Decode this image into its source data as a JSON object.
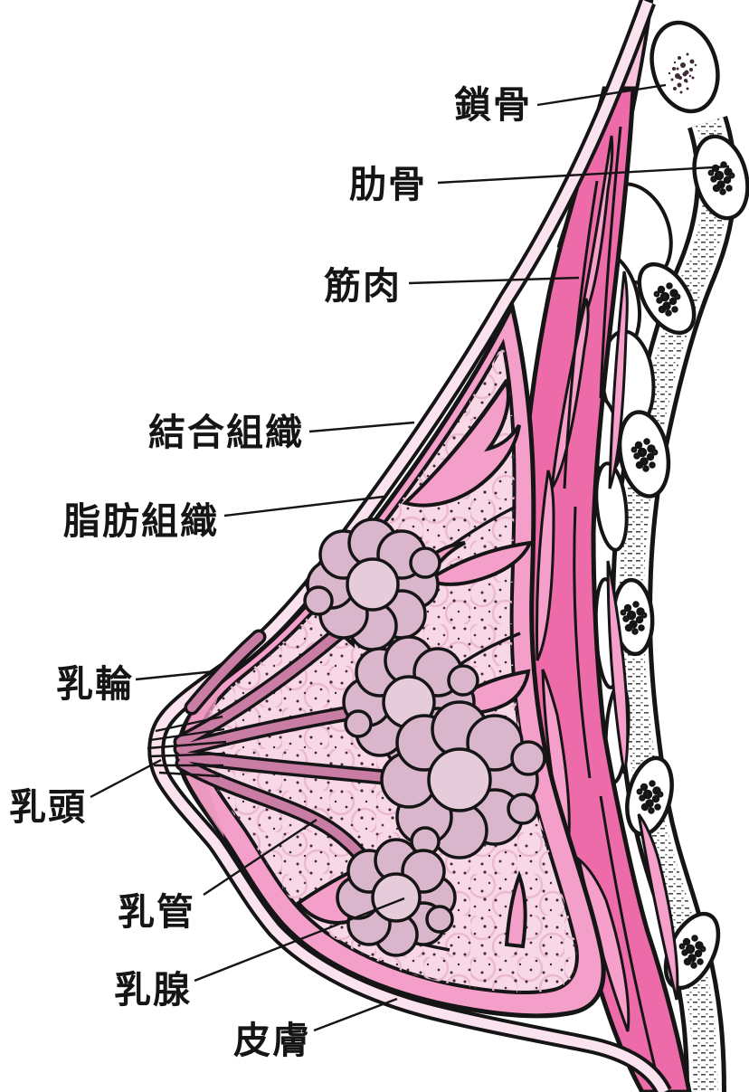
{
  "diagram": {
    "kind": "anatomical cross-section illustration",
    "language": "Japanese"
  },
  "labels": [
    {
      "id": "clavicle",
      "text": "鎖骨"
    },
    {
      "id": "rib",
      "text": "肋骨"
    },
    {
      "id": "muscle",
      "text": "筋肉"
    },
    {
      "id": "connective-tissue",
      "text": "結合組織"
    },
    {
      "id": "adipose-tissue",
      "text": "脂肪組織"
    },
    {
      "id": "areola",
      "text": "乳輪"
    },
    {
      "id": "nipple",
      "text": "乳頭"
    },
    {
      "id": "milk-duct",
      "text": "乳管"
    },
    {
      "id": "mammary-gland",
      "text": "乳腺"
    },
    {
      "id": "skin",
      "text": "皮膚"
    }
  ],
  "colors": {
    "background": "#FFFFFF",
    "outline": "#151515",
    "fat": "#F8D7E7",
    "fat_cell": "#EBB8D1",
    "connective": "#F49FC9",
    "muscle": "#EE6BA9",
    "muscle_light": "#F79FCB",
    "duct": "#C97CA4",
    "gland": "#D9B6CB",
    "gland_light": "#E6CBDA",
    "skin": "#FBE2EF",
    "upper_band": "#F8C3DC",
    "areola": "#E897BD",
    "bone": "#FFFFFF",
    "speckle": "#3E2A37"
  }
}
